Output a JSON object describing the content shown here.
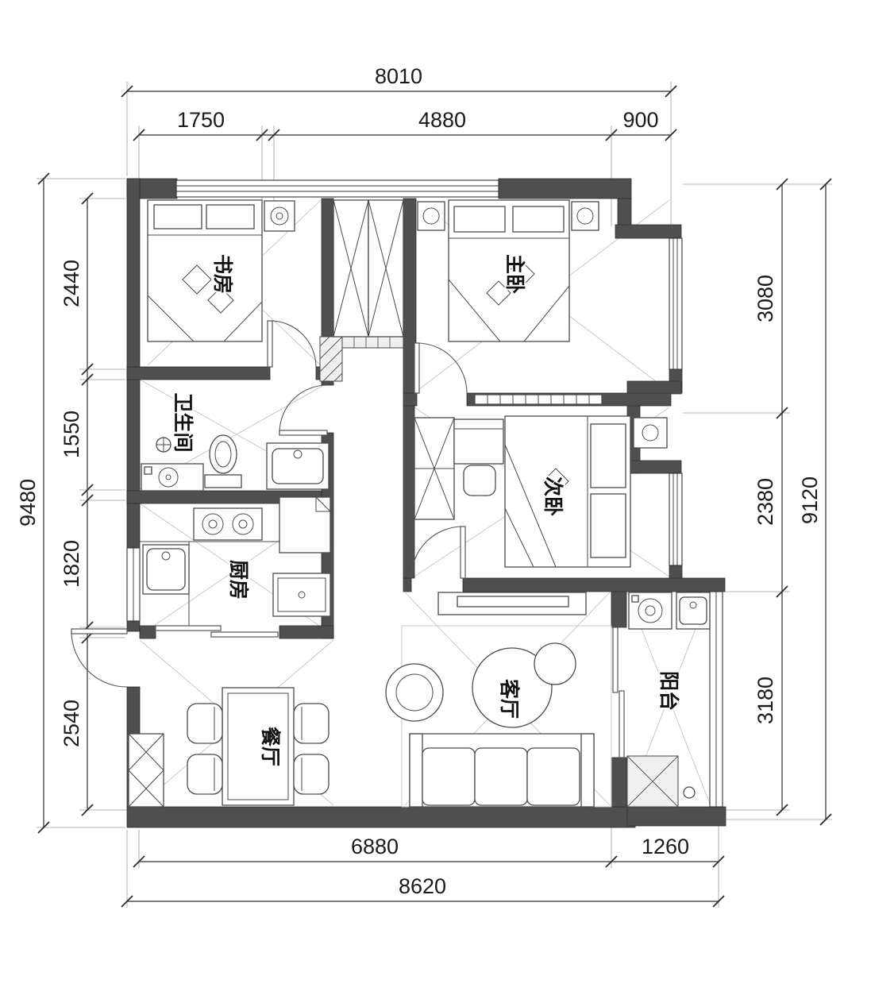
{
  "dimensions": {
    "top": {
      "overall": "8010",
      "segments": [
        "1750",
        "4880",
        "900"
      ]
    },
    "left": {
      "overall": "9480",
      "segments": [
        "2440",
        "1550",
        "1820",
        "2540"
      ]
    },
    "right": {
      "overall": "9120",
      "segments": [
        "3080",
        "2380",
        "3180"
      ]
    },
    "bottom": {
      "overall": "8620",
      "segments": [
        "6880",
        "1260"
      ]
    }
  },
  "rooms": {
    "study": "书房",
    "master_bedroom": "主卧",
    "bathroom": "卫生间",
    "second_bedroom": "次卧",
    "kitchen": "厨房",
    "dining_room": "餐厅",
    "living_room": "客厅",
    "balcony": "阳台"
  },
  "colors": {
    "wall": "#4f4f4f",
    "line": "#2e2e2e",
    "dimension_text": "#1a1a1a",
    "background": "#ffffff"
  }
}
